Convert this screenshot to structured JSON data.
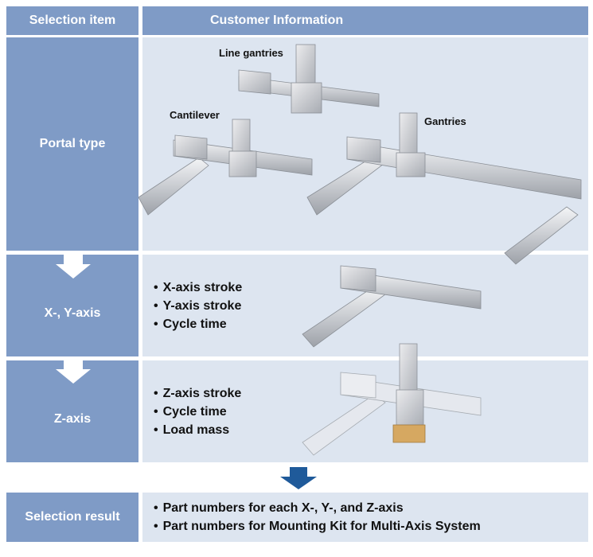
{
  "header": {
    "col1": "Selection item",
    "col2": "Customer Information"
  },
  "rows": {
    "portal": {
      "label": "Portal type",
      "labels": {
        "line": "Line gantries",
        "cant": "Cantilever",
        "gant": "Gantries"
      }
    },
    "xy": {
      "label": "X-, Y-axis",
      "items": [
        "X-axis stroke",
        "Y-axis stroke",
        "Cycle time"
      ]
    },
    "z": {
      "label": "Z-axis",
      "items": [
        "Z-axis stroke",
        "Cycle time",
        "Load mass"
      ]
    },
    "result": {
      "label": "Selection result",
      "items": [
        "Part numbers for each X-, Y-, and Z-axis",
        "Part numbers for Mounting Kit for Multi-Axis System"
      ]
    }
  },
  "colors": {
    "header": "#7f9bc6",
    "panel": "#dde5f0",
    "arrow": "#1f5a9a",
    "load": "#d6a55a"
  }
}
